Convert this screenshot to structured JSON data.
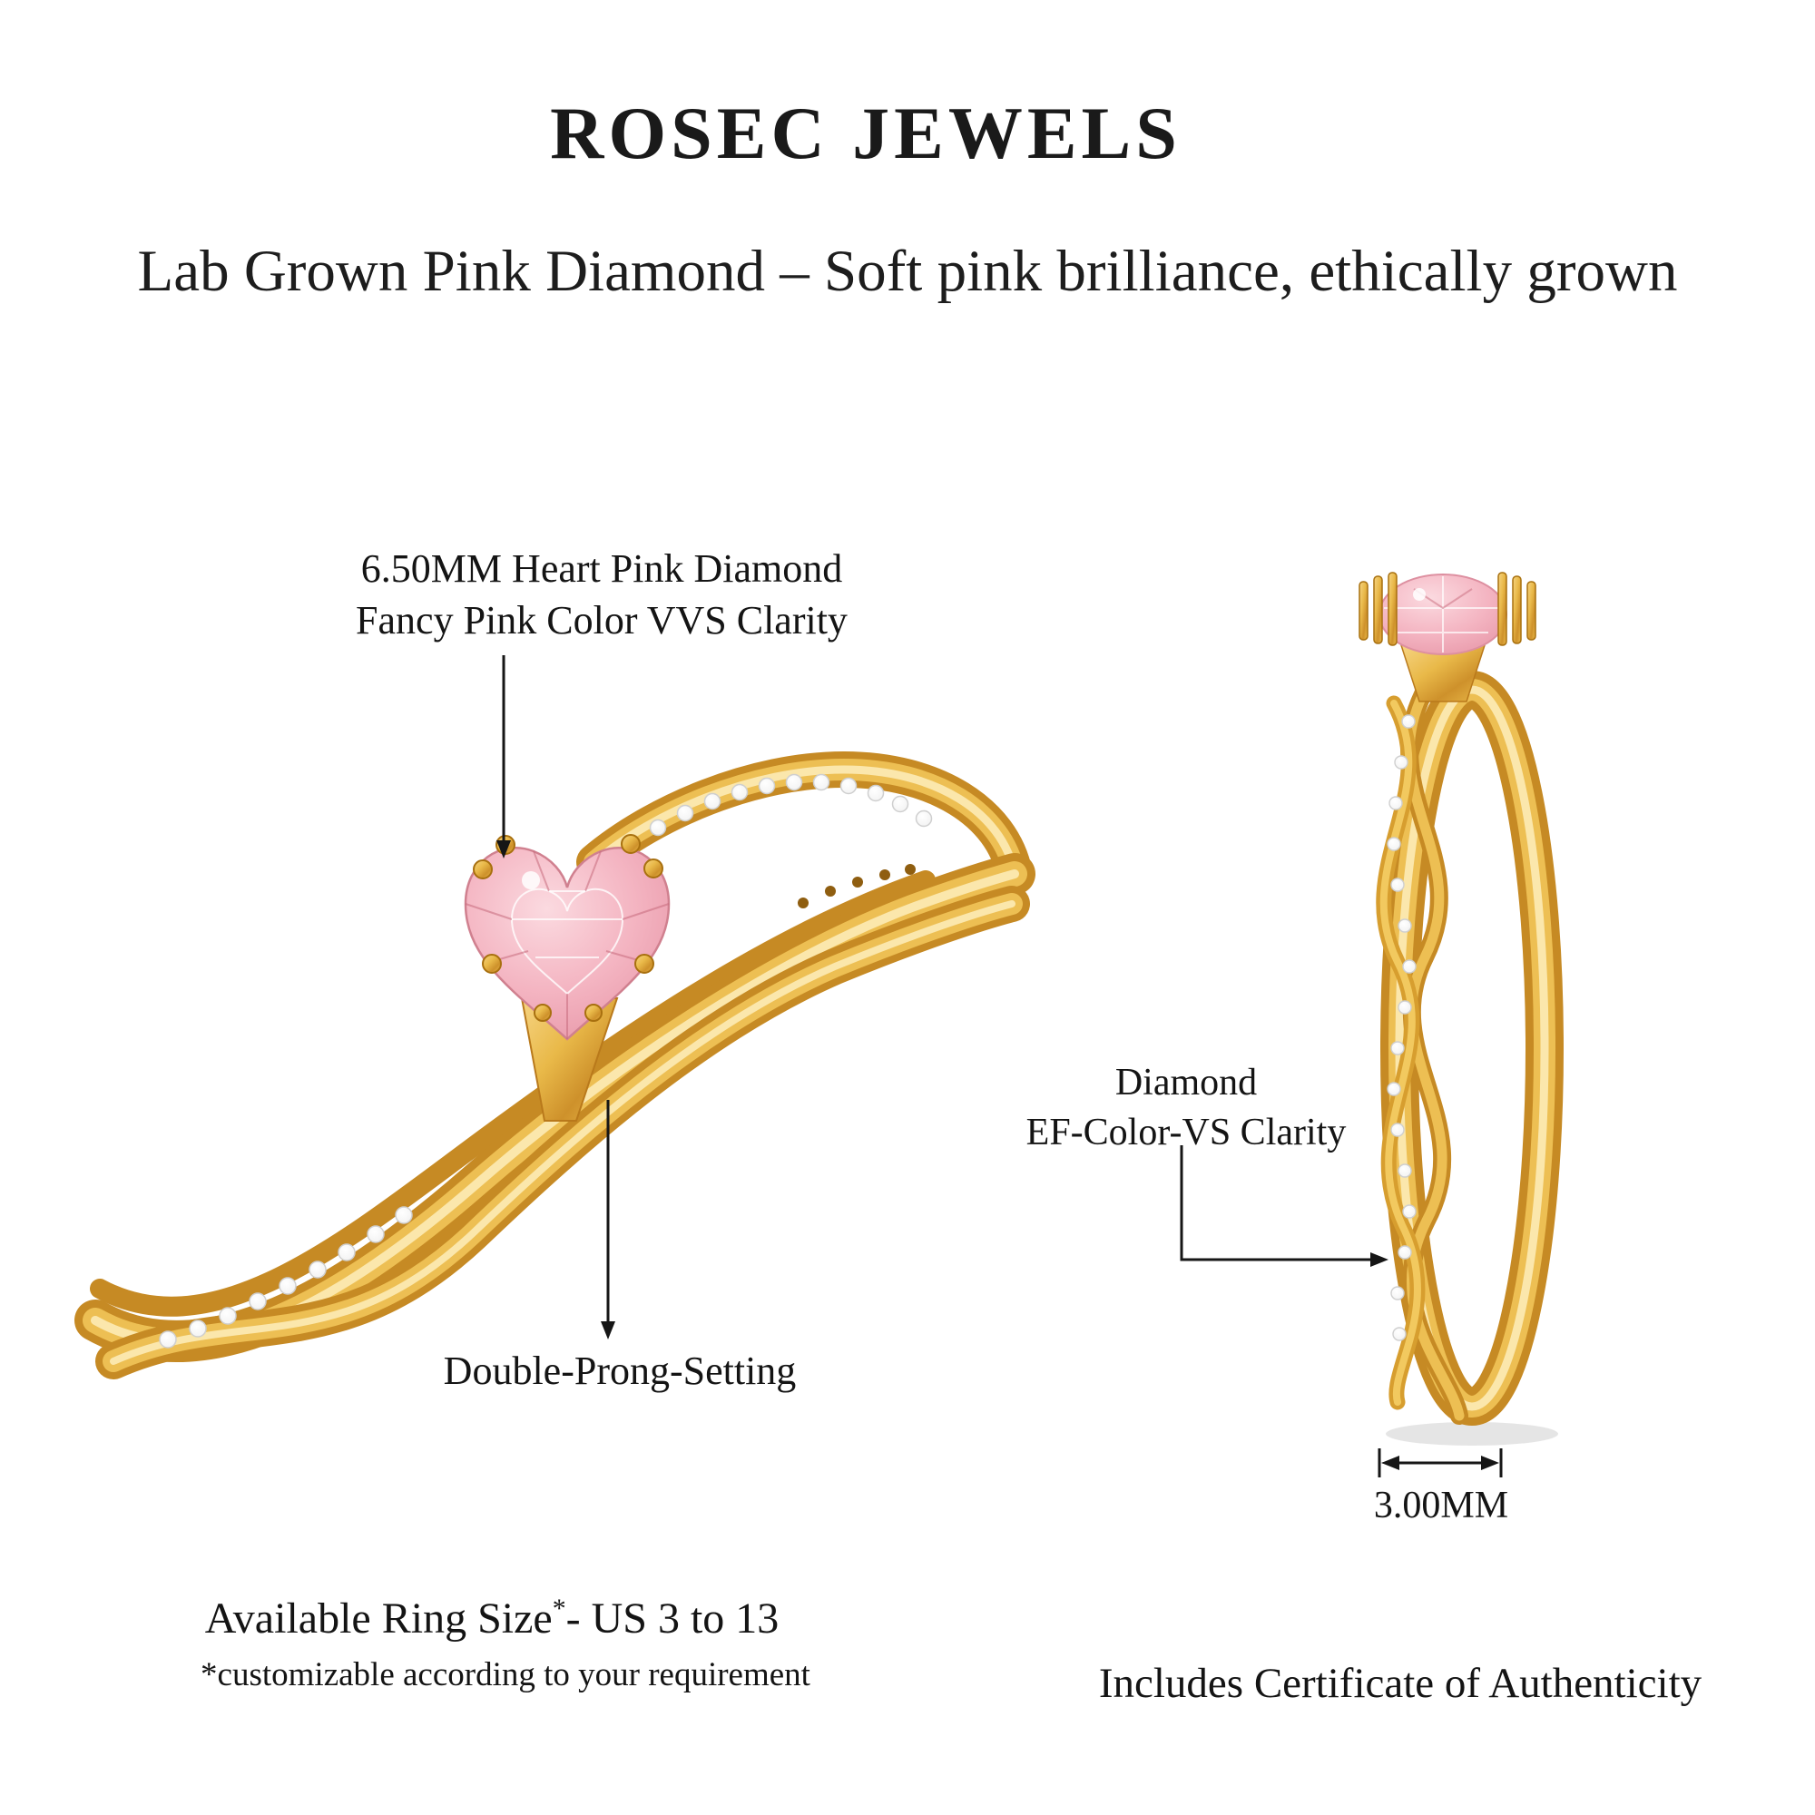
{
  "brand": {
    "name": "ROSEC JEWELS"
  },
  "tagline": "Lab Grown Pink Diamond – Soft pink brilliance, ethically grown",
  "annotations": {
    "center_stone": {
      "line1": "6.50MM Heart Pink Diamond",
      "line2": "Fancy Pink Color VVS Clarity"
    },
    "setting": {
      "label": "Double-Prong-Setting"
    },
    "side_diamond": {
      "line1": "Diamond",
      "line2": "EF-Color-VS Clarity"
    },
    "band_width": {
      "label": "3.00MM"
    }
  },
  "footer": {
    "ring_size_prefix": "Available Ring Size",
    "ring_size_asterisk": "*",
    "ring_size_suffix": "- US 3 to 13",
    "customization_note": "*customizable according to your requirement",
    "certificate": "Includes Certificate of Authenticity"
  },
  "product": {
    "metal_color": "#E3AE3F",
    "metal_shadow_color": "#B9791B",
    "center_stone_color": "#F5BCC8",
    "accent_diamond_color": "#FFFFFF",
    "text_color": "#141414"
  }
}
